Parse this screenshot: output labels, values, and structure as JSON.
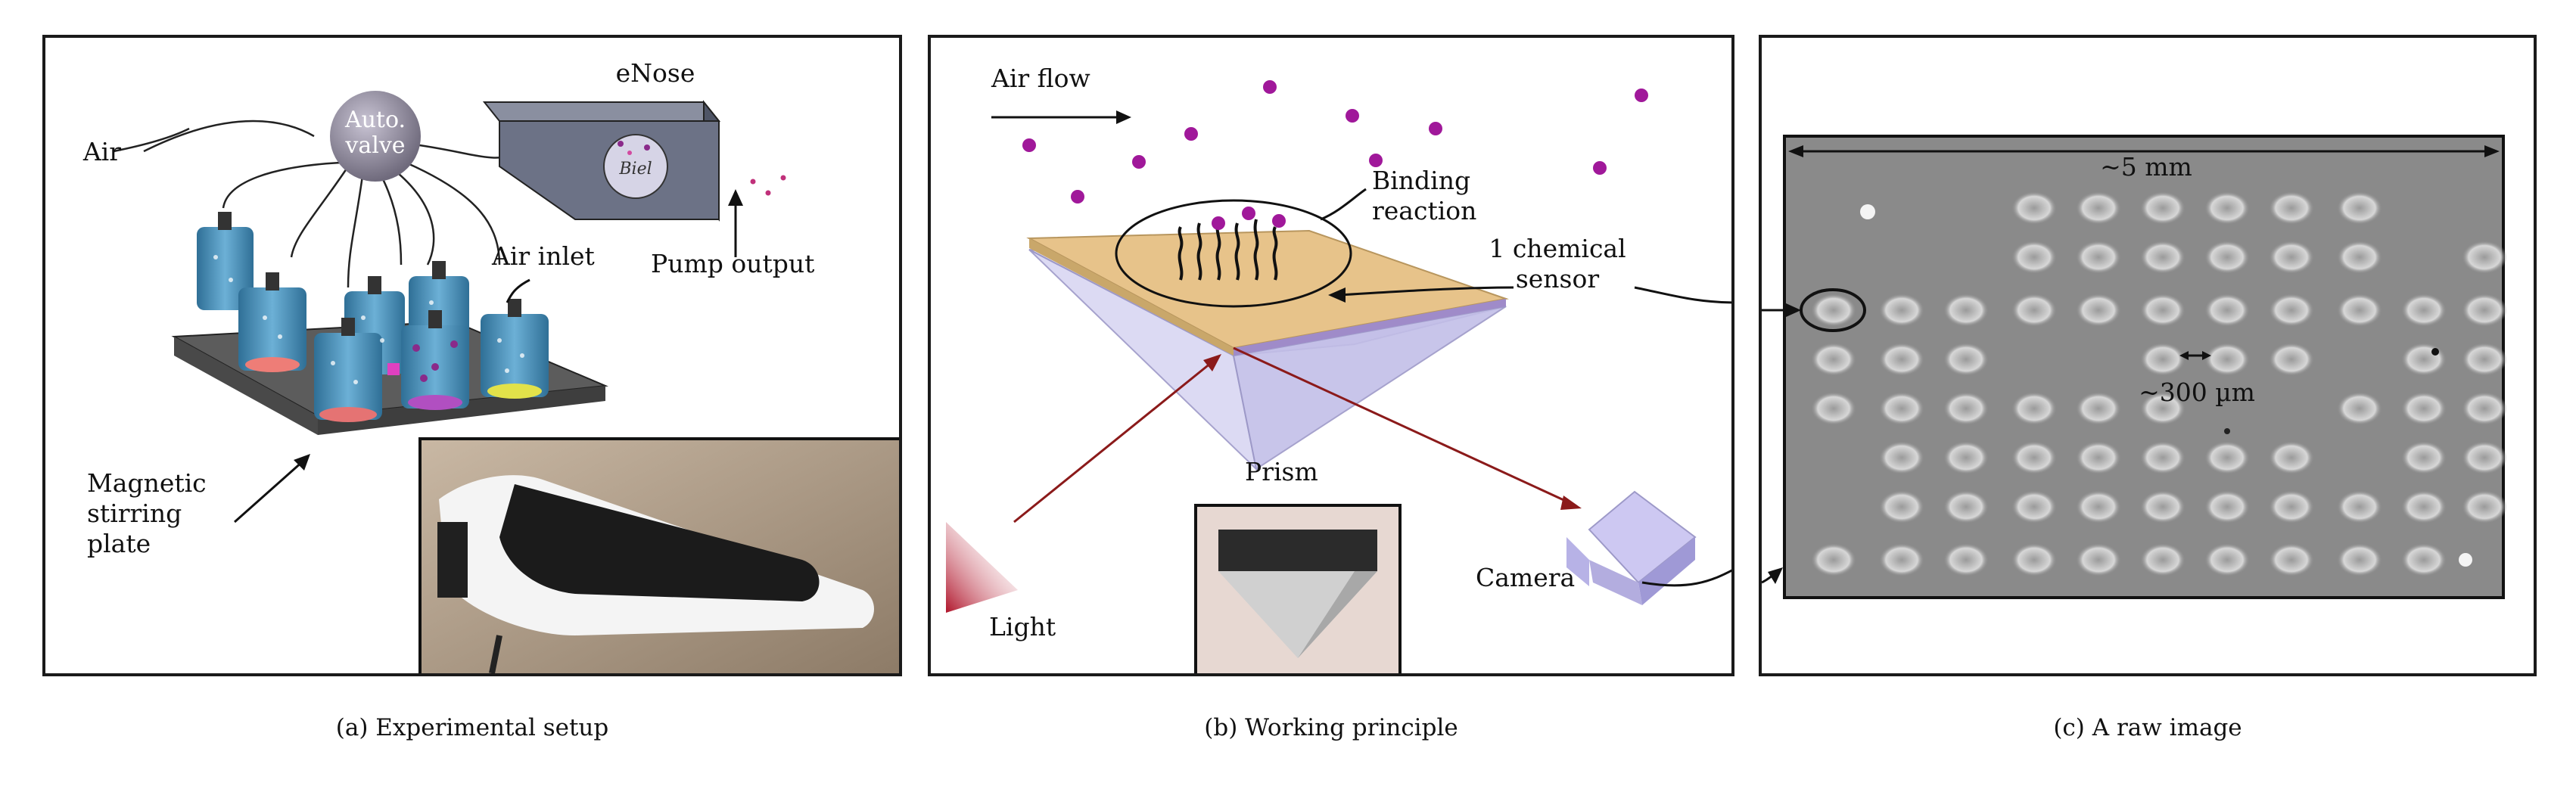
{
  "panel_a": {
    "caption": "(a) Experimental setup",
    "labels": {
      "valve_line1": "Auto.",
      "valve_line2": "valve",
      "enose": "eNose",
      "air": "Air",
      "air_inlet": "Air inlet",
      "pump_output": "Pump output",
      "plate_line1": "Magnetic",
      "plate_line2": "stirring",
      "plate_line3": "plate",
      "chip_text": "Biel"
    }
  },
  "panel_b": {
    "caption": "(b) Working principle",
    "labels": {
      "air_flow": "Air flow",
      "binding_line1": "Binding",
      "binding_line2": "reaction",
      "sensor_line1": "1 chemical",
      "sensor_line2": "sensor",
      "prism": "Prism",
      "light": "Light",
      "camera": "Camera"
    }
  },
  "panel_c": {
    "caption": "(c) A raw image",
    "labels": {
      "width": "~5 mm",
      "pitch": "~300 µm"
    }
  },
  "colors": {
    "bottle_blue": "#4a8fb5",
    "plate_gray": "#5c5c5c",
    "molecule_purple": "#a0189a",
    "sensor_gold": "#e7c38a",
    "prism_lilac": "#d9d6f2",
    "arrow_red": "#8b1a1a",
    "raw_image_gray": "#8a8a8a"
  }
}
